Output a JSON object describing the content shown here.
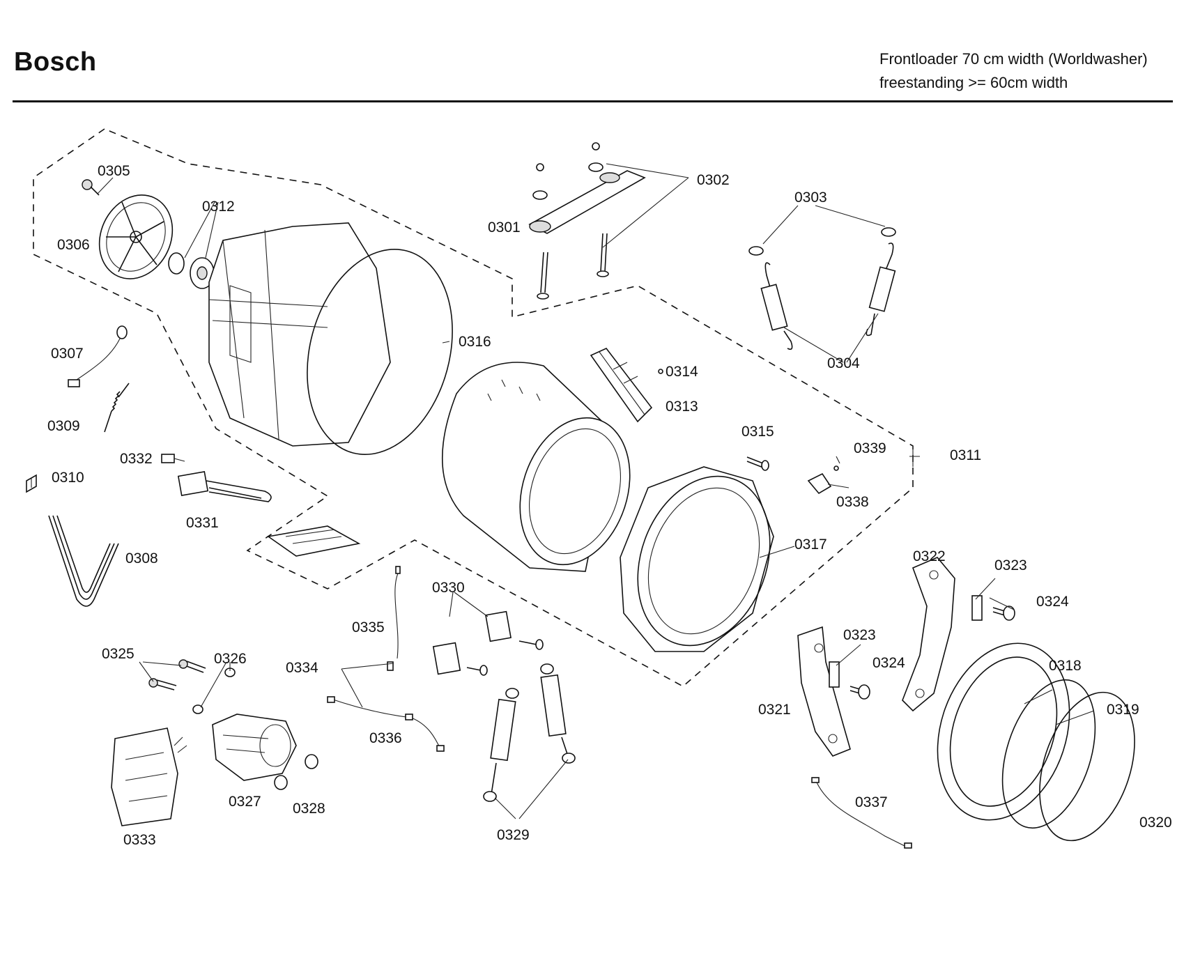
{
  "header": {
    "brand": "Bosch",
    "subtitle_line1": "Frontloader 70 cm width (Worldwasher)",
    "subtitle_line2": "freestanding >= 60cm width"
  },
  "callouts": {
    "p0301": "0301",
    "p0302": "0302",
    "p0303": "0303",
    "p0304": "0304",
    "p0305": "0305",
    "p0306": "0306",
    "p0307": "0307",
    "p0308": "0308",
    "p0309": "0309",
    "p0310": "0310",
    "p0311": "0311",
    "p0312": "0312",
    "p0313": "0313",
    "p0314": "0314",
    "p0315": "0315",
    "p0316": "0316",
    "p0317": "0317",
    "p0318": "0318",
    "p0319": "0319",
    "p0320": "0320",
    "p0321": "0321",
    "p0322": "0322",
    "p0323": "0323",
    "p0324": "0324",
    "p0325": "0325",
    "p0326": "0326",
    "p0327": "0327",
    "p0328": "0328",
    "p0329": "0329",
    "p0330": "0330",
    "p0331": "0331",
    "p0332": "0332",
    "p0333": "0333",
    "p0334": "0334",
    "p0335": "0335",
    "p0336": "0336",
    "p0337": "0337",
    "p0338": "0338",
    "p0339": "0339"
  }
}
